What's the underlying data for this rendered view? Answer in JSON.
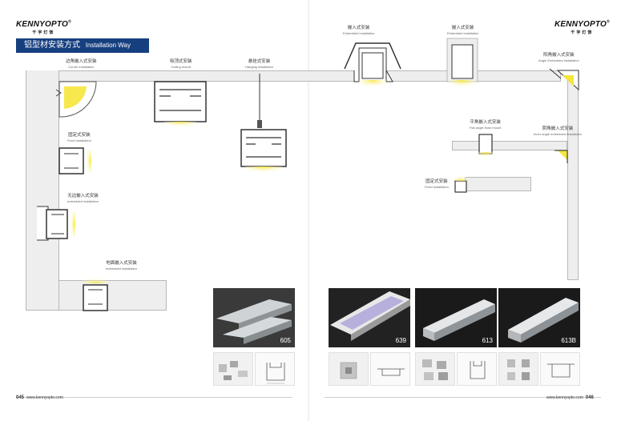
{
  "brand": {
    "left": "KENNYOPTO",
    "right": "KENNYOPTO",
    "sub": "千宇灯饰",
    "reg": "®"
  },
  "title": {
    "cn": "铝型材安装方式",
    "en": "Installation Way"
  },
  "labels": {
    "corner": {
      "cn": "边角嵌入式安装",
      "en": "Corner installation"
    },
    "ceiling": {
      "cn": "吸顶式安装",
      "en": "Ceiling mount"
    },
    "hanging": {
      "cn": "悬挂式安装",
      "en": "Hanging installation"
    },
    "embedded1": {
      "cn": "嵌入式安装",
      "en": "Embedded installation"
    },
    "embedded2": {
      "cn": "嵌入式安装",
      "en": "Embedded installation"
    },
    "angle": {
      "cn": "阳角嵌入式安装",
      "en": "Angle Embedded installation"
    },
    "fixed1": {
      "cn": "固定式安装",
      "en": "Fixed installation"
    },
    "noedge": {
      "cn": "无边嵌入式安装",
      "en": "embedded installation"
    },
    "floor": {
      "cn": "地面嵌入式安装",
      "en": "embedded installation"
    },
    "flat": {
      "cn": "平角嵌入式安装",
      "en": "Flat angle flush mount"
    },
    "inner": {
      "cn": "阴角嵌入式安装",
      "en": "Inner angle embedded installation"
    },
    "fixed2": {
      "cn": "固定式安装",
      "en": "Fixed installation"
    }
  },
  "products": [
    "605",
    "639",
    "613",
    "613B"
  ],
  "footer": {
    "left_page": "045",
    "right_page": "046",
    "left_url": "www.kennyopto.com",
    "right_url": "www.kennyopto.com"
  },
  "colors": {
    "title_bg": "#163f7f",
    "light": "#f7ea4a",
    "wall": "#eeeeee"
  }
}
